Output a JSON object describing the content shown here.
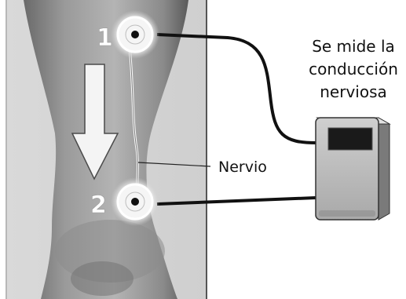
{
  "diagram": {
    "electrodes": [
      {
        "number": "1"
      },
      {
        "number": "2"
      }
    ],
    "nerve_label": "Nervio",
    "caption_lines": [
      "Se mide la",
      "conducción",
      "nerviosa"
    ]
  }
}
